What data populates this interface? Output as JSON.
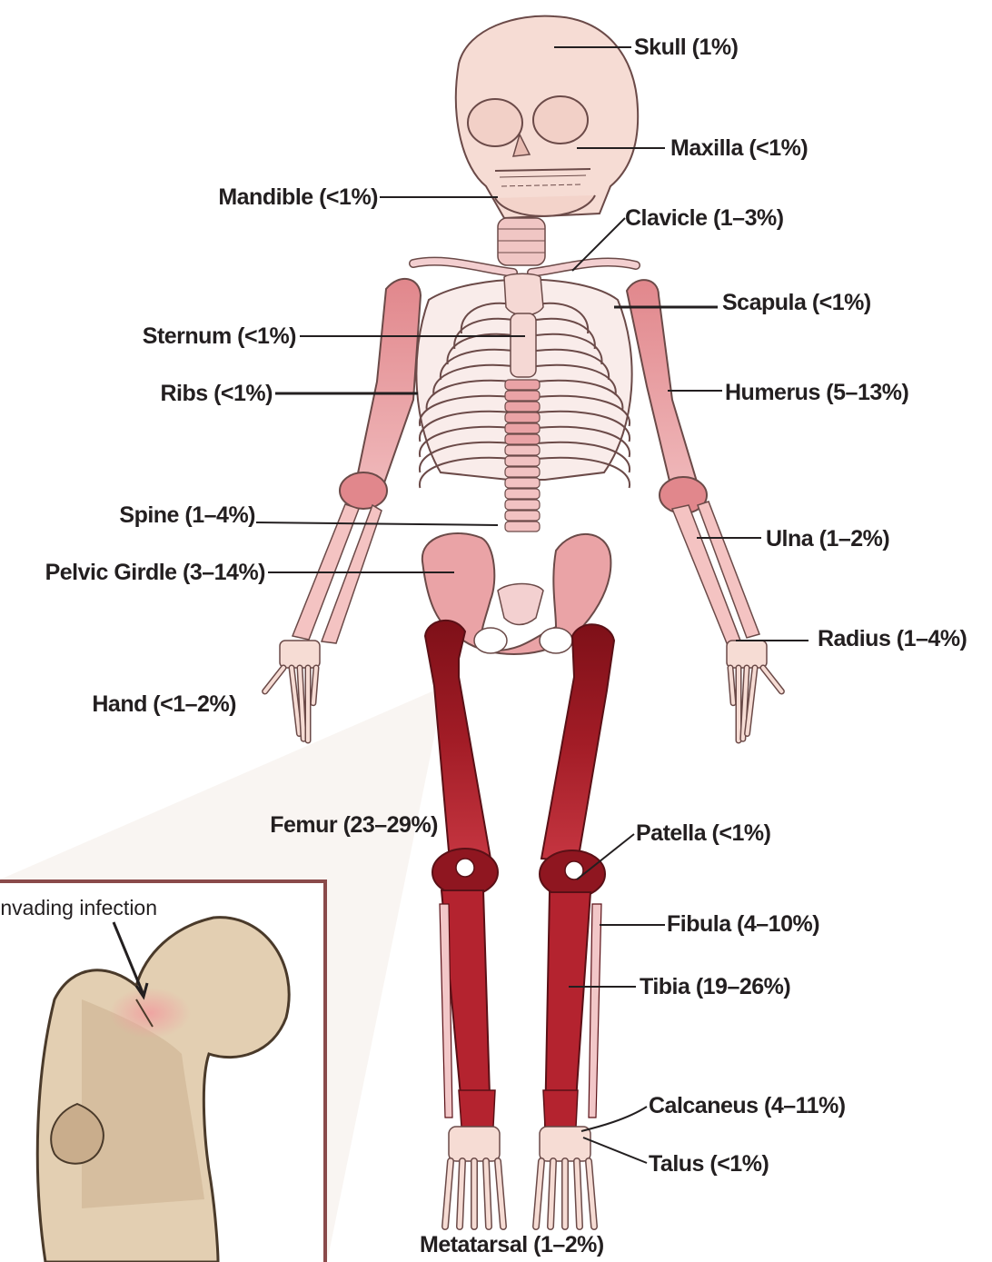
{
  "labels": {
    "skull": "Skull (1%)",
    "maxilla": "Maxilla (<1%)",
    "mandible": "Mandible (<1%)",
    "clavicle": "Clavicle (1–3%)",
    "scapula": "Scapula (<1%)",
    "sternum": "Sternum (<1%)",
    "ribs": "Ribs (<1%)",
    "humerus": "Humerus (5–13%)",
    "spine": "Spine (1–4%)",
    "ulna": "Ulna (1–2%)",
    "pelvic_girdle": "Pelvic Girdle (3–14%)",
    "radius": "Radius (1–4%)",
    "hand": "Hand (<1–2%)",
    "femur": "Femur (23–29%)",
    "patella": "Patella (<1%)",
    "fibula": "Fibula (4–10%)",
    "tibia": "Tibia (19–26%)",
    "calcaneus": "Calcaneus (4–11%)",
    "talus": "Talus (<1%)",
    "metatarsal": "Metatarsal (1–2%)"
  },
  "inset": {
    "label": "Invading infection"
  },
  "colors": {
    "bone_light": "#f6ddd6",
    "bone_pink": "#eaa3a6",
    "bone_mid": "#d9666d",
    "bone_dark": "#9e1b25",
    "bone_darkest": "#7e1018",
    "outline": "#5a3b3b",
    "inset_frame": "#8a4a4a",
    "inset_bone": "#e3cfb2",
    "inset_marrow": "#c9ad8c",
    "label_text": "#231f20"
  }
}
